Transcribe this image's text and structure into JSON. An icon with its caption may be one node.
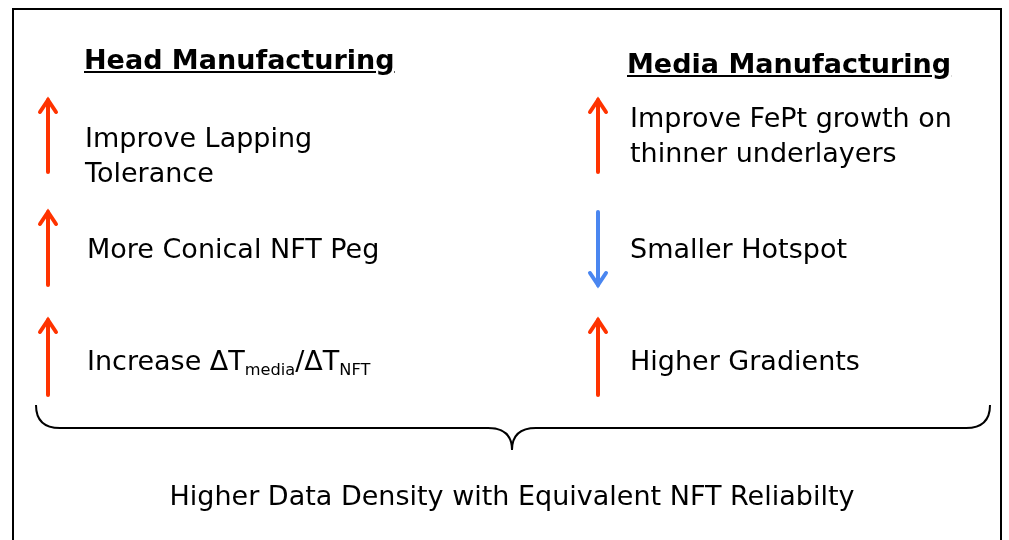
{
  "diagram": {
    "labels": [
      "Head Manufacturing",
      "Media Manufacturing",
      "Improve Lapping Tolerance",
      "Improve FePt growth on thinner underlayers",
      "More Conical NFT Peg",
      "Smaller Hotspot",
      "Increase ΔT$_{media}$/ΔT$_{NFT}$",
      "Higher Gradients",
      "Higher Data Density with Equivalent NFT Reliabilty"
    ]
  }
}
